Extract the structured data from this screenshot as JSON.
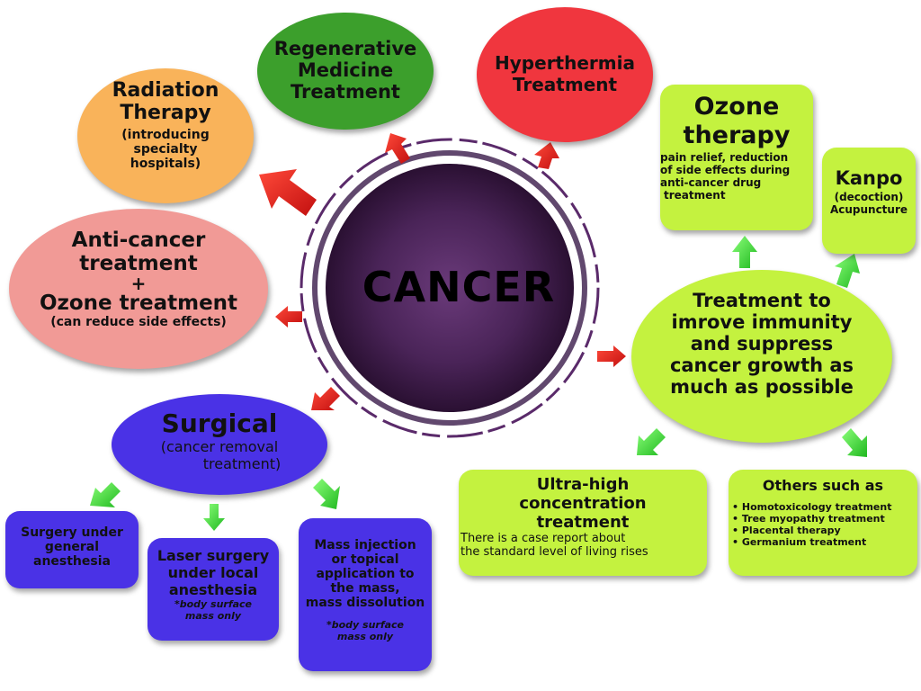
{
  "center": {
    "label": "CANCER"
  },
  "colors": {
    "orange": "#f9b35a",
    "green": "#3c9f2c",
    "red": "#f0363e",
    "pink": "#f19a96",
    "blue": "#4a32e6",
    "lime": "#c4f23f",
    "arrow_red": "#e61a1a",
    "arrow_green": "#45e045",
    "center_dark": "#3a1a4a"
  },
  "radiation": {
    "title1": "Radiation",
    "title2": "Therapy",
    "sub1": "(introducing",
    "sub2": "specialty",
    "sub3": "hospitals)"
  },
  "regenerative": {
    "line1": "Regenerative",
    "line2": "Medicine",
    "line3": "Treatment"
  },
  "hyperthermia": {
    "line1": "Hyperthermia",
    "line2": "Treatment"
  },
  "anticancer": {
    "line1": "Anti-cancer",
    "line2": "treatment",
    "line3": "+",
    "line4": "Ozone treatment",
    "sub": "(can reduce side effects)"
  },
  "surgical": {
    "title": "Surgical",
    "sub1": "(cancer removal",
    "sub2": "treatment)"
  },
  "surgery_general": {
    "line1": "Surgery under",
    "line2": "general",
    "line3": "anesthesia"
  },
  "laser": {
    "line1": "Laser surgery",
    "line2": "under local",
    "line3": "anesthesia",
    "note1": "*body surface",
    "note2": "mass only"
  },
  "mass_injection": {
    "line1": "Mass injection",
    "line2": "or topical",
    "line3": "application to",
    "line4": "the mass,",
    "line5": "mass dissolution",
    "note1": "*body surface",
    "note2": "mass only"
  },
  "immunity": {
    "line1": "Treatment to",
    "line2": "imrove immunity",
    "line3": "and suppress",
    "line4": "cancer growth as",
    "line5": "much as possible"
  },
  "ozone_therapy": {
    "title1": "Ozone",
    "title2": "therapy",
    "sub1": "pain relief, reduction",
    "sub2": "of side effects during",
    "sub3": "anti-cancer drug",
    "sub4": "treatment"
  },
  "kanpo": {
    "title": "Kanpo",
    "sub1": "(decoction)",
    "sub2": "Acupuncture"
  },
  "ultra_high": {
    "line1": "Ultra-high",
    "line2": "concentration",
    "line3": "treatment",
    "sub1": "There is a case report about",
    "sub2": "the standard level of living rises"
  },
  "others": {
    "title": "Others such as",
    "items": [
      "Homotoxicology treatment",
      "Tree myopathy treatment",
      "Placental therapy",
      "Germanium treatment"
    ]
  },
  "arrow_icon": "arrow-icon"
}
